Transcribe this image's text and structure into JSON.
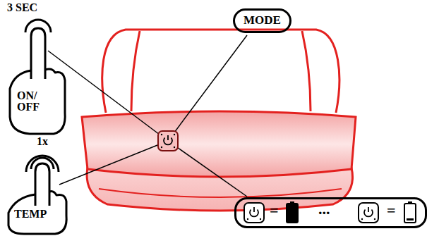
{
  "diagram": {
    "nodes": [
      {
        "text": [
          "MODE"
        ]
      },
      {
        "text": [
          "=",
          "...",
          "="
        ]
      }
    ],
    "labels": [
      "3 SEC",
      "ON/ OFF",
      "1x",
      "TEMP"
    ]
  }
}
